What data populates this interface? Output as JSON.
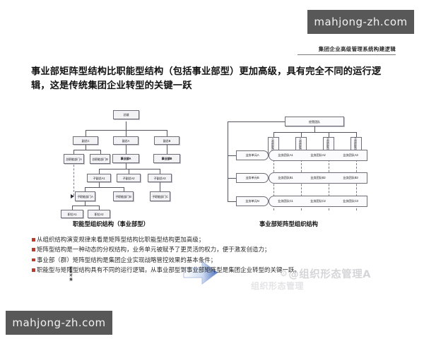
{
  "watermarks": {
    "top_right": "mahjong-zh.com",
    "bottom_left": "mahjong-zh.com",
    "author_mark": "@组织形态管理A",
    "gear_glyph": "⚙",
    "diagram_mark": "组织形态管理"
  },
  "header": {
    "label": "集团企业高级管理系统构建逻辑"
  },
  "title": {
    "text": "事业部矩阵型结构比职能型结构（包括事业部型）更加高级，具有完全不同的运行逻辑，这是传统集团企业转型的关键一跃"
  },
  "left_diagram": {
    "caption": "职能型组织结构（事业部型）",
    "nodes": {
      "president": "总裁",
      "vp_c": "副总C",
      "vp_a": "副总A",
      "vp_b": "副总B",
      "hq_func_a": "总职能部门A",
      "hq_func_b": "总职能部门B",
      "div_a": "事业部A",
      "div_b": "事业部B",
      "sub_vp_a1": "子副总A1",
      "sub_vp_a2": "子副总A2",
      "sub_vp_a3": "子副总A3",
      "sub_func_a": "子职能部门A",
      "sub_func_b": "子职能部门B",
      "sub_func_c": "子职能部门C",
      "post_a1": "职位A1",
      "post_a2": "职位A2"
    },
    "vertical_label": [
      "职",
      "能",
      "对",
      "接"
    ]
  },
  "right_diagram": {
    "caption": "事业部矩阵型组织结构",
    "top_node": "经营团队",
    "centers": [
      "总部职能中心A",
      "总部职能中心B",
      "总部职能中心C",
      "总部职能中心D"
    ],
    "units": [
      "业务单元A",
      "业务单元B",
      "业务单元N"
    ],
    "rows": [
      [
        "业务团队A1",
        "业务团队A2",
        "业务团队A3"
      ],
      [
        "业务团队B1",
        "业务团队B2",
        "业务团队B3"
      ],
      [
        "业务团队C1",
        "业务团队C2",
        "业务团队C3"
      ]
    ]
  },
  "bullets": [
    "从组织结构演变规律来看是矩阵型结构比职能型结构更加高级；",
    "矩阵型结构是一种动态的分权结构，业务单元被赋予了更灵活的权力，便于激发创造力；",
    "事业部（群）矩阵型结构是集团企业实现战略管控效果的基本条件；",
    "职能型与矩阵型结构具有不同的运行逻辑，从事业部型到事业部矩阵型是集团企业转型的关键一跃。"
  ],
  "colors": {
    "bullet_marker": "#c0392b",
    "watermark_bg": "#585858",
    "node_border": "#6e6e78",
    "arrow_blue": "#5577c2"
  }
}
